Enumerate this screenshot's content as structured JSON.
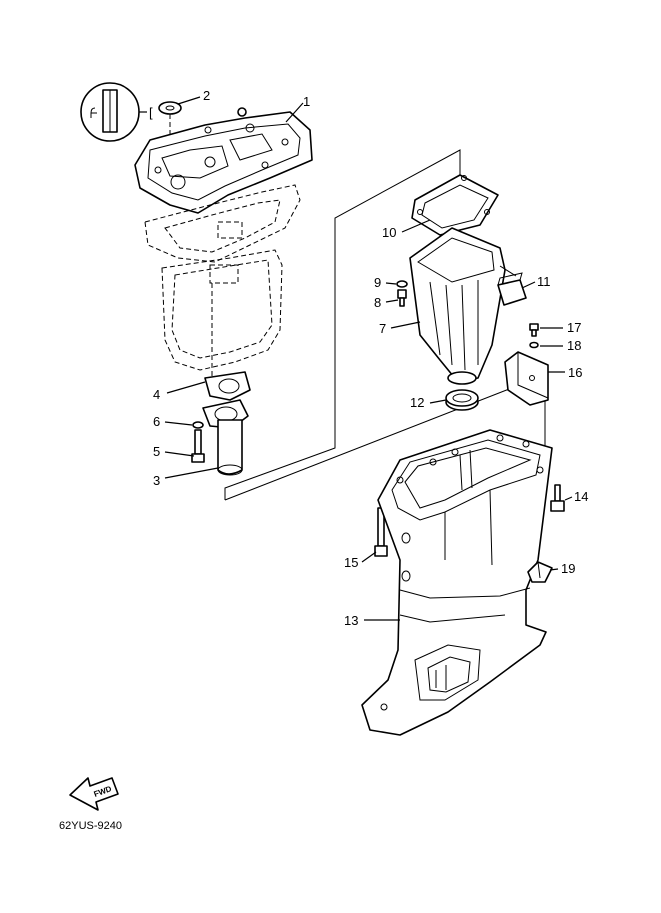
{
  "callouts": [
    "1",
    "2",
    "3",
    "4",
    "5",
    "6",
    "7",
    "8",
    "9",
    "10",
    "11",
    "12",
    "13",
    "14",
    "15",
    "16",
    "17",
    "18",
    "19"
  ],
  "diagram_code": "62YUS-9240",
  "fwd_label": "FWD",
  "colors": {
    "line": "#000000",
    "background": "#ffffff"
  }
}
